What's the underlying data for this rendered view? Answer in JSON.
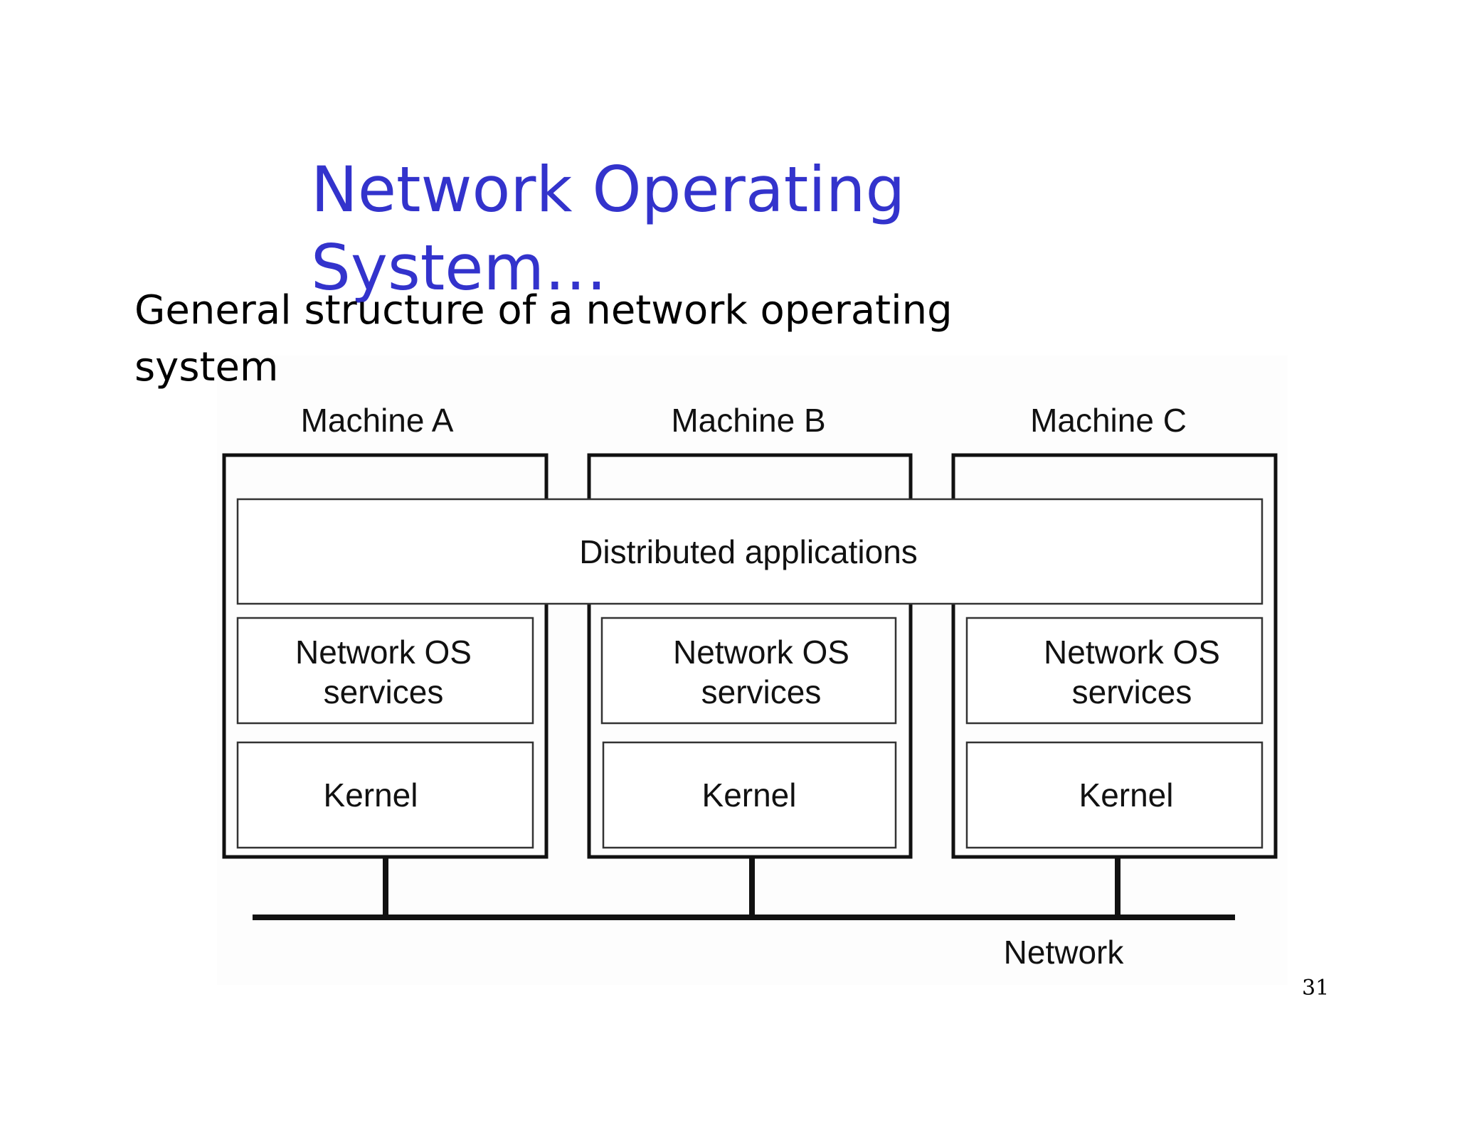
{
  "slide": {
    "title": "Network Operating System…",
    "subtitle": "General structure of a network operating system",
    "page_number": "31"
  },
  "diagram": {
    "machines": [
      {
        "label": "Machine A",
        "services_line1": "Network OS",
        "services_line2": "services",
        "kernel": "Kernel"
      },
      {
        "label": "Machine B",
        "services_line1": "Network OS",
        "services_line2": "services",
        "kernel": "Kernel"
      },
      {
        "label": "Machine C",
        "services_line1": "Network OS",
        "services_line2": "services",
        "kernel": "Kernel"
      }
    ],
    "shared_layer": "Distributed applications",
    "network_label": "Network"
  },
  "colors": {
    "title": "#3333cc",
    "text": "#000000",
    "lines": "#111111"
  }
}
